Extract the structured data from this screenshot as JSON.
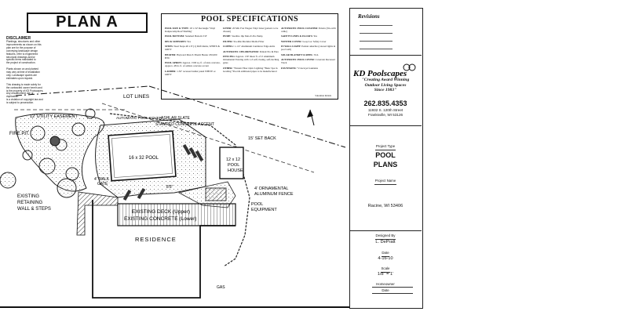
{
  "plan_title": "PLAN A",
  "disclaimer": {
    "heading": "DISCLAIMER",
    "lines": [
      "Plantings, structures and other",
      "improvements as shown on this",
      "plan are for the purpose of",
      "conveying landscape design",
      "features, refer to engineered",
      "structural drawings and/or",
      "specific items mandated to",
      "the project of construction.",
      "",
      "Plants shown on and planted",
      "may vary at time of installation",
      "only. Landscape quotes are",
      "estimates upon request.",
      "",
      "This drawing is made solely for",
      "the contracted owner herein and",
      "is the property of KD Poolscapes.",
      "Any unauthorized use or duplication",
      "is a violation of copyright law and",
      "is subject to prosecution."
    ]
  },
  "specifications": {
    "title": "POOL SPECIFICATIONS",
    "col1": [
      {
        "label": "POOL SIZE & TYPE:",
        "text": "16' x 32' Rectangle 'Vinyl Kanpacomp Roof Shelling'"
      },
      {
        "label": "POOL BOTTOM:",
        "text": "Standard Bottom 3'-8'"
      },
      {
        "label": "DECK SUPPORTS:",
        "text": "Yes"
      },
      {
        "label": "STEPS:",
        "text": "Steel Steps 4ft x 8' (1) Drift Rams, WHITE & GREY"
      },
      {
        "label": "HEATER:",
        "text": "Hayward Max-E-Therm Heater 250,000 BTU"
      },
      {
        "label": "POOL APRON:",
        "text": "Approx. 1500 sq. ft. of slate concrete, Approx. 48 ln. ft. of ashlars concrete accent"
      },
      {
        "label": "LADDER:",
        "text": "1.50\" recessed ladder panel WHITE or GREY"
      }
    ],
    "col2": [
      {
        "label": "LINER:",
        "text": "20 Mil. Fret Wagon Vinyl Liner (pattern to be chosen)"
      },
      {
        "label": "PUMP:",
        "text": "Sta-Rite 1hp Max-E-Pro Pump"
      },
      {
        "label": "FILTER:",
        "text": "Sta-Rite Modular Media Filter"
      },
      {
        "label": "COPING:",
        "text": "1-1/2\" Aluminum Cantilever Edge Arms"
      },
      {
        "label": "AUTOMATIC CHLORINATOR:",
        "text": "Pentair Pro & Pure"
      },
      {
        "label": "FENCING:",
        "text": "Approx. 130' linear ft. of 4' Aluminum Ornamental Fencing with 1-4' self-closing, self-latching gates"
      },
      {
        "label": "OTHER:",
        "text": "*Pentair Fiber Optic Lighting *Basic Spa in Grading *Pool & additional pipes to be manufactured"
      }
    ],
    "col3": [
      {
        "label": "AUTOMATIC POOL CLEANER:",
        "text": "Polaris (Tru-with cable)"
      },
      {
        "label": "SAFETY LINES & FLOATS:",
        "text": "Yes"
      },
      {
        "label": "WINTER COVER:",
        "text": "Loop Loc Safety Cover"
      },
      {
        "label": "IN WALL LIGHT:",
        "text": "Pentair amerlite (colored lights in pool wall)"
      },
      {
        "label": "SOLAR BLANKET & REEL:",
        "text": "N/A"
      },
      {
        "label": "AUTOMATIC POOL COVER:",
        "text": "Coverstar Recessed Track"
      },
      {
        "label": "FOUNTAINS:",
        "text": "*2 deck jet fountains"
      }
    ],
    "signature": "Salesman Initials"
  },
  "title_block": {
    "revisions_label": "Revisions",
    "company": "KD Poolscapes",
    "slogan": [
      "\"Creating Award Winning",
      "Outdoor Living Spaces",
      "Since 1983\""
    ],
    "phone": "262.835.4353",
    "address_line1": "11932 S. 120th Street",
    "address_line2": "Franksville, WI 53126",
    "project_type_label": "Project Type",
    "project_type": [
      "POOL",
      "PLANS"
    ],
    "project_name_label": "Project Name",
    "location": "Racine, WI 53406",
    "designed_by_label": "Designed By",
    "designer": "L. DePratt",
    "date_label": "Date",
    "date": "4-16-10",
    "scale_label": "Scale",
    "scale": "1/8\" = 1'",
    "homeowner_label": "Homeowner",
    "homeowner_date_label": "Date"
  },
  "plan_labels": {
    "lot_lines": "LOT LINES",
    "utility_easement": "12' UTILITY EASEMENT",
    "fire_pit": "FIRE PIT",
    "automatic_pool_cover": "AUTOMATIC POOL COVER",
    "ashlar_slate": "ASHLAR SLATE",
    "stamped_concrete_accent": "STAMPED CONCRETE ACCENT",
    "pool": "16 x 32 POOL",
    "pool_house_size": "12 x 12",
    "pool_house_1": "POOL",
    "pool_house_2": "HOUSE",
    "set_back": "15' SET BACK",
    "walk_gate_1": "4' WALK",
    "walk_gate_2": "GATE",
    "dimension": "8'6\"",
    "ornamental_fence_1": "4' ORNAMENTAL",
    "ornamental_fence_2": "ALUMINUM FENCE",
    "pool_equipment_1": "POOL",
    "pool_equipment_2": "EQUIPMENT",
    "existing_retaining_1": "EXISTING",
    "existing_retaining_2": "RETAINING",
    "existing_retaining_3": "WALL & STEPS",
    "existing_deck": "EXISTING DECK (Upper)",
    "existing_concrete": "EXISTING CONCRETE (Lower)",
    "residence": "RESIDENCE",
    "gas": "GAS"
  }
}
